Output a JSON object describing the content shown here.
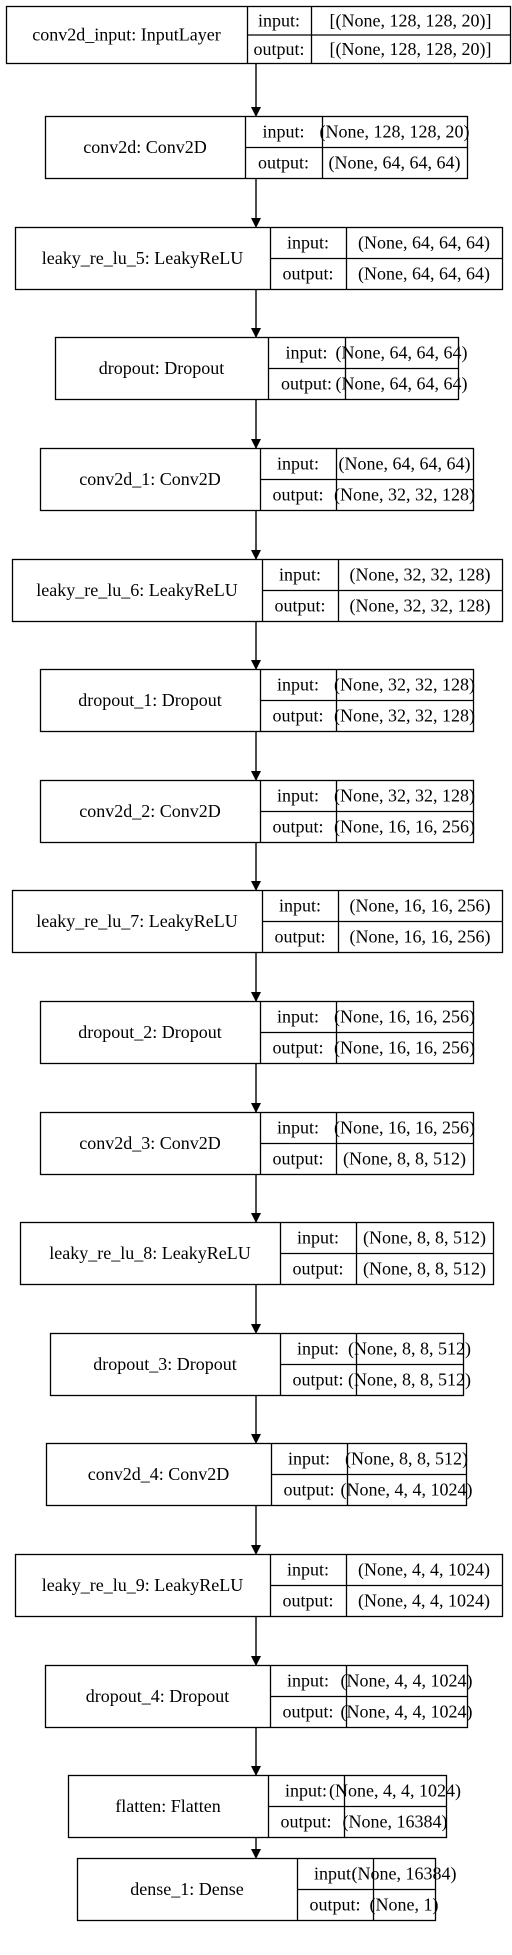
{
  "layers": [
    {
      "name": "conv2d_input: InputLayer",
      "input": "[(None, 128, 128, 20)]",
      "output": "[(None, 128, 128, 20)]"
    },
    {
      "name": "conv2d: Conv2D",
      "input": "(None, 128, 128, 20)",
      "output": "(None, 64, 64, 64)"
    },
    {
      "name": "leaky_re_lu_5: LeakyReLU",
      "input": "(None, 64, 64, 64)",
      "output": "(None, 64, 64, 64)"
    },
    {
      "name": "dropout: Dropout",
      "input": "(None, 64, 64, 64)",
      "output": "(None, 64, 64, 64)"
    },
    {
      "name": "conv2d_1: Conv2D",
      "input": "(None, 64, 64, 64)",
      "output": "(None, 32, 32, 128)"
    },
    {
      "name": "leaky_re_lu_6: LeakyReLU",
      "input": "(None, 32, 32, 128)",
      "output": "(None, 32, 32, 128)"
    },
    {
      "name": "dropout_1: Dropout",
      "input": "(None, 32, 32, 128)",
      "output": "(None, 32, 32, 128)"
    },
    {
      "name": "conv2d_2: Conv2D",
      "input": "(None, 32, 32, 128)",
      "output": "(None, 16, 16, 256)"
    },
    {
      "name": "leaky_re_lu_7: LeakyReLU",
      "input": "(None, 16, 16, 256)",
      "output": "(None, 16, 16, 256)"
    },
    {
      "name": "dropout_2: Dropout",
      "input": "(None, 16, 16, 256)",
      "output": "(None, 16, 16, 256)"
    },
    {
      "name": "conv2d_3: Conv2D",
      "input": "(None, 16, 16, 256)",
      "output": "(None, 8, 8, 512)"
    },
    {
      "name": "leaky_re_lu_8: LeakyReLU",
      "input": "(None, 8, 8, 512)",
      "output": "(None, 8, 8, 512)"
    },
    {
      "name": "dropout_3: Dropout",
      "input": "(None, 8, 8, 512)",
      "output": "(None, 8, 8, 512)"
    },
    {
      "name": "conv2d_4: Conv2D",
      "input": "(None, 8, 8, 512)",
      "output": "(None, 4, 4, 1024)"
    },
    {
      "name": "leaky_re_lu_9: LeakyReLU",
      "input": "(None, 4, 4, 1024)",
      "output": "(None, 4, 4, 1024)"
    },
    {
      "name": "dropout_4: Dropout",
      "input": "(None, 4, 4, 1024)",
      "output": "(None, 4, 4, 1024)"
    },
    {
      "name": "flatten: Flatten",
      "input": "(None, 4, 4, 1024)",
      "output": "(None, 16384)"
    },
    {
      "name": "dense_1: Dense",
      "input": "(None, 16384)",
      "output": "(None, 1)"
    }
  ],
  "port_labels": {
    "input": "input:",
    "output": "output:"
  },
  "colors": {
    "stroke": "#000000",
    "background": "#ffffff"
  }
}
